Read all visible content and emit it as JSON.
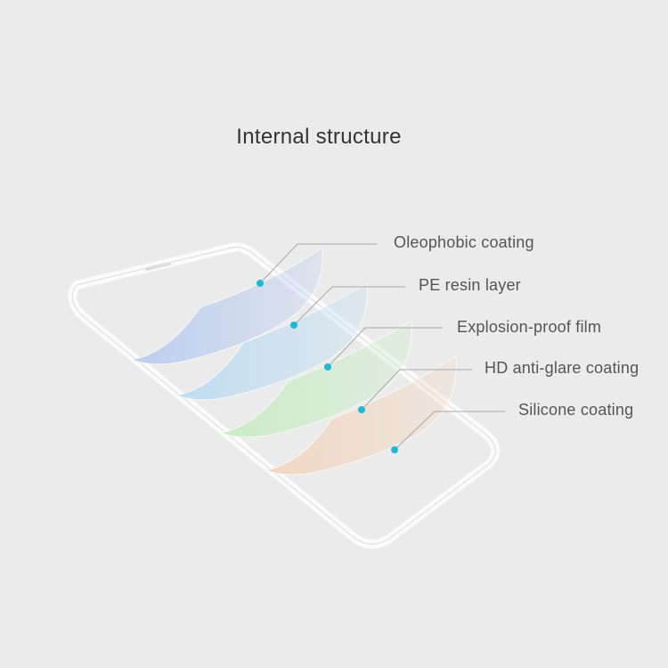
{
  "title": "Internal structure",
  "colors": {
    "background": "#ebebeb",
    "dot": "#1fb8d8",
    "leader_line": "#a8a8a8",
    "phone_outline": "#fafafa"
  },
  "layers": [
    {
      "label": "Oleophobic coating",
      "color": "#b9ccef"
    },
    {
      "label": "PE resin layer",
      "color": "#bcdcf2"
    },
    {
      "label": "Explosion-proof film",
      "color": "#c8ecc4"
    },
    {
      "label": "HD anti-glare coating",
      "color": "#f2d6bf"
    },
    {
      "label": "Silicone coating",
      "color": "#f6f6f6"
    }
  ]
}
